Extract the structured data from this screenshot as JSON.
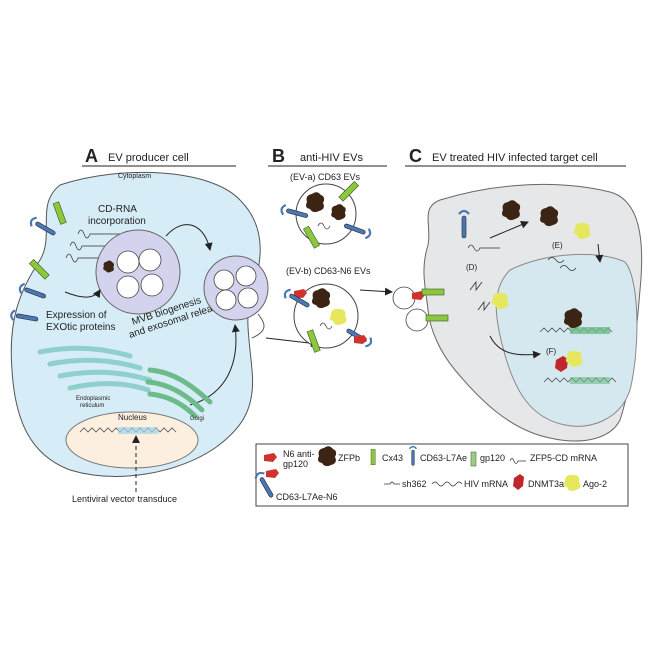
{
  "panels": {
    "a": {
      "letter": "A",
      "title": "EV producer cell"
    },
    "b": {
      "letter": "B",
      "title": "anti-HIV EVs"
    },
    "c": {
      "letter": "C",
      "title": "EV treated HIV infected target cell"
    }
  },
  "producer_cell": {
    "cytoplasm": "Cytoplasm",
    "cd_rna_1": "CD-RNA",
    "cd_rna_2": "incorporation",
    "expression_1": "Expression of",
    "expression_2": "EXOtic proteins",
    "mvb_1": "MVB biogenesis",
    "mvb_2": "and exosomal release",
    "er_1": "Endoplasmic",
    "er_2": "reticulum",
    "golgi": "Golgi",
    "nucleus": "Nucleus",
    "lentiviral": "Lentiviral vector transduce"
  },
  "evs": {
    "eva": "(EV-a)  CD63 EVs",
    "evb": "(EV-b) CD63-N6 EVs"
  },
  "target_cell": {
    "d": "(D)",
    "e": "(E)",
    "f": "(F)"
  },
  "legend": {
    "n6_1": "N6 anti-",
    "n6_2": "gp120",
    "zfpb": "ZFPb",
    "cx43": "Cx43",
    "cd63_l7ae": "CD63-L7Ae",
    "gp120": "gp120",
    "zfp5_mrna": "ZFP5-CD mRNA",
    "cd63_l7ae_n6": "CD63-L7Ae-N6",
    "sh362": "sh362",
    "hiv_mrna": "HIV mRNA",
    "dnmt3a": "DNMT3a",
    "ago2": "Ago-2"
  },
  "colors": {
    "cytoplasm": "#d6ecf6",
    "mvb": "#d3d3ee",
    "er": "#8fcfcc",
    "golgi": "#6dbb8a",
    "nucleus": "#fcefe0",
    "target_cell": "#e6e7e9",
    "target_nucleus": "#d5e8ef",
    "zfpb": "#3c2415",
    "cx43": "#8dc63f",
    "gp120": "#99cc88",
    "cd63": "#4a78b5",
    "n6": "#d2322d",
    "dnmt3a": "#c0272d",
    "ago2": "#e5e85c"
  }
}
